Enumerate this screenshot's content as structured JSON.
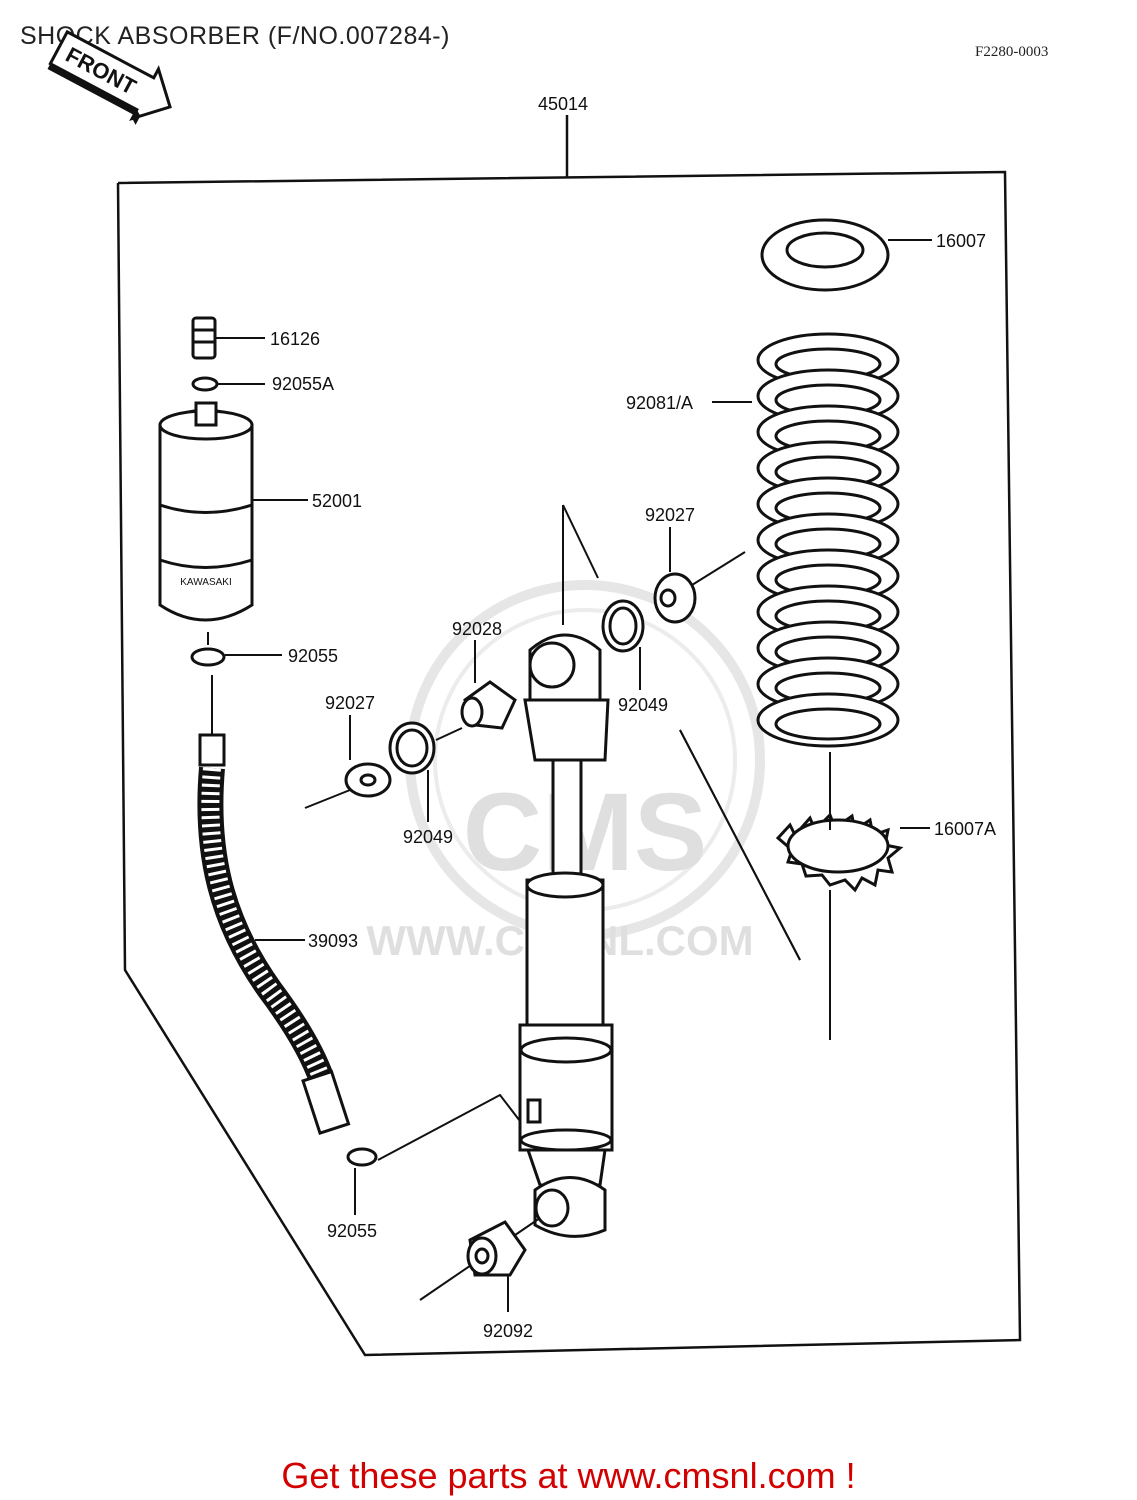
{
  "title": "SHOCK ABSORBER (F/NO.007284-)",
  "diagram_code": "F2280-0003",
  "front_label": "FRONT",
  "watermark": {
    "logo_text": "CMS",
    "url_text": "WWW.CMSNL.COM"
  },
  "parts": {
    "assembly": "45014",
    "spring_seat_upper": "16007",
    "air_valve": "16126",
    "valve_washer": "92055A",
    "reservoir": "52001",
    "reservoir_oring": "92055",
    "spring": "92081/A",
    "collar_right": "92027",
    "bushing_upper": "92028",
    "oil_seal_right": "92049",
    "collar_left": "92027",
    "oil_seal_left": "92049",
    "spring_seat_lower": "16007A",
    "hose": "39093",
    "hose_oring": "92055",
    "bushing_lower": "92092"
  },
  "brand_text": "KAWASAKI",
  "footer": "Get these parts at www.cmsnl.com !"
}
